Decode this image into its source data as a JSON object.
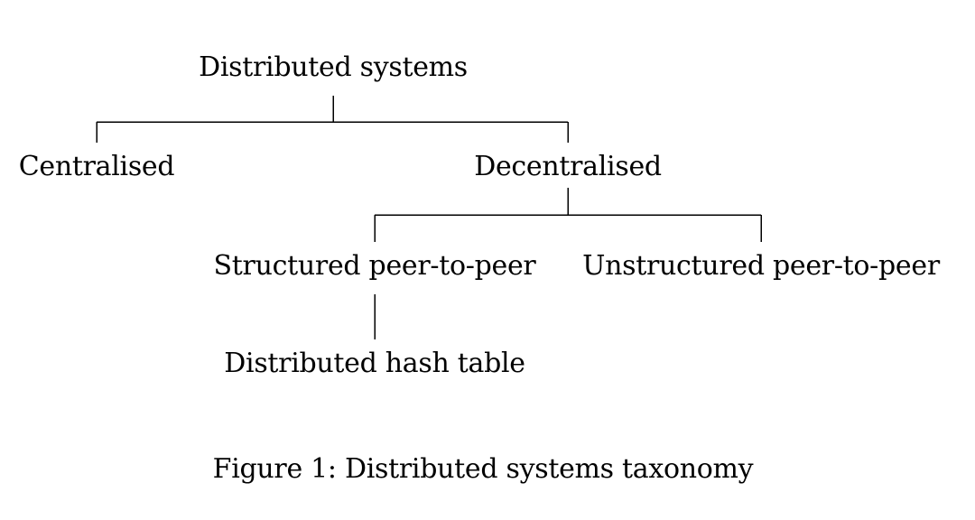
{
  "diagram": {
    "root": "Distributed systems",
    "centralised": "Centralised",
    "decentralised": "Decentralised",
    "structured": "Structured peer-to-peer",
    "unstructured": "Unstructured peer-to-peer",
    "dht": "Distributed hash table"
  },
  "caption": "Figure 1: Distributed systems taxonomy",
  "colors": {
    "line": "#000000",
    "text": "#000000",
    "background": "#ffffff"
  }
}
